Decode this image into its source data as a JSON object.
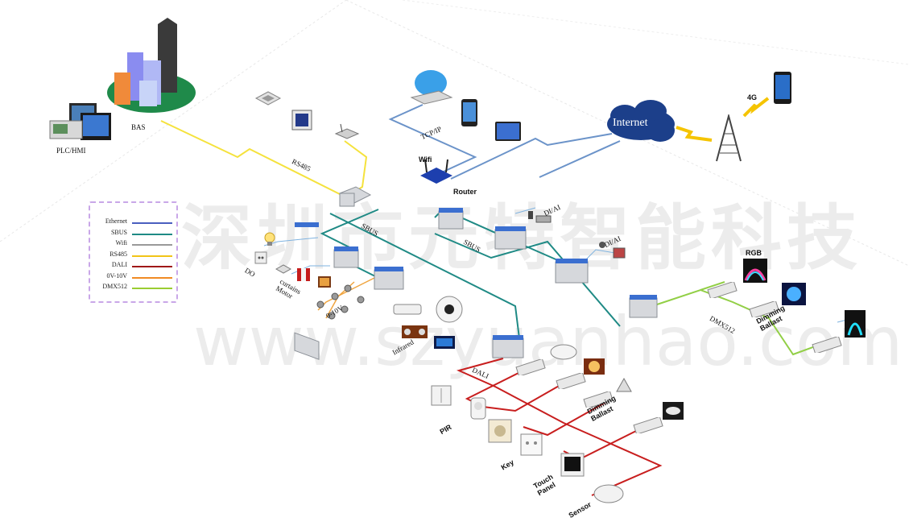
{
  "watermark": {
    "company": "深圳市元特智能科技",
    "site": "www.szyuanhao.com"
  },
  "colors": {
    "ethernet": "#5b87c2",
    "sbus": "#1f8a85",
    "wifi": "#a9a9a9",
    "rs485": "#f2e23a",
    "dali": "#cc1f1f",
    "v0_10": "#f08a24",
    "dmx512": "#8fcf3e"
  },
  "legend": [
    {
      "label": "Ethernet",
      "color": "#4a5fbf"
    },
    {
      "label": "SBUS",
      "color": "#1f8a85"
    },
    {
      "label": "Wifi",
      "color": "#9a9a9a"
    },
    {
      "label": "RS485",
      "color": "#f2c418"
    },
    {
      "label": "DALI",
      "color": "#a01818"
    },
    {
      "label": "0V-10V",
      "color": "#f08a24"
    },
    {
      "label": "DMX512",
      "color": "#9acd32"
    }
  ],
  "labels": {
    "bas": "BAS",
    "plc_hmi": "PLC/HMI",
    "rs485_line": "RS485",
    "tcpip_line": "TCP/IP",
    "internet": "Internet",
    "four_g": "4G",
    "wifi": "Wifi",
    "router": "Router",
    "sbus_1": "SBUS",
    "sbus_2": "SBUS",
    "di_ai_1": "DI/AI",
    "di_ai_2": "DI/AI",
    "do": "DO",
    "curtains_motor": "curtains\nMotor",
    "v0_10": "0-10V",
    "infrared": "Infrared",
    "dali_line": "DALI",
    "pir": "PIR",
    "key": "Key",
    "touch_panel": "Touch\nPanel",
    "sensor": "Sensor",
    "dimming_ballast_1": "Dimming\nBallast",
    "dimming_ballast_2": "Dimming\nBallast",
    "dmx512_line": "DMX512",
    "rgb": "RGB"
  }
}
